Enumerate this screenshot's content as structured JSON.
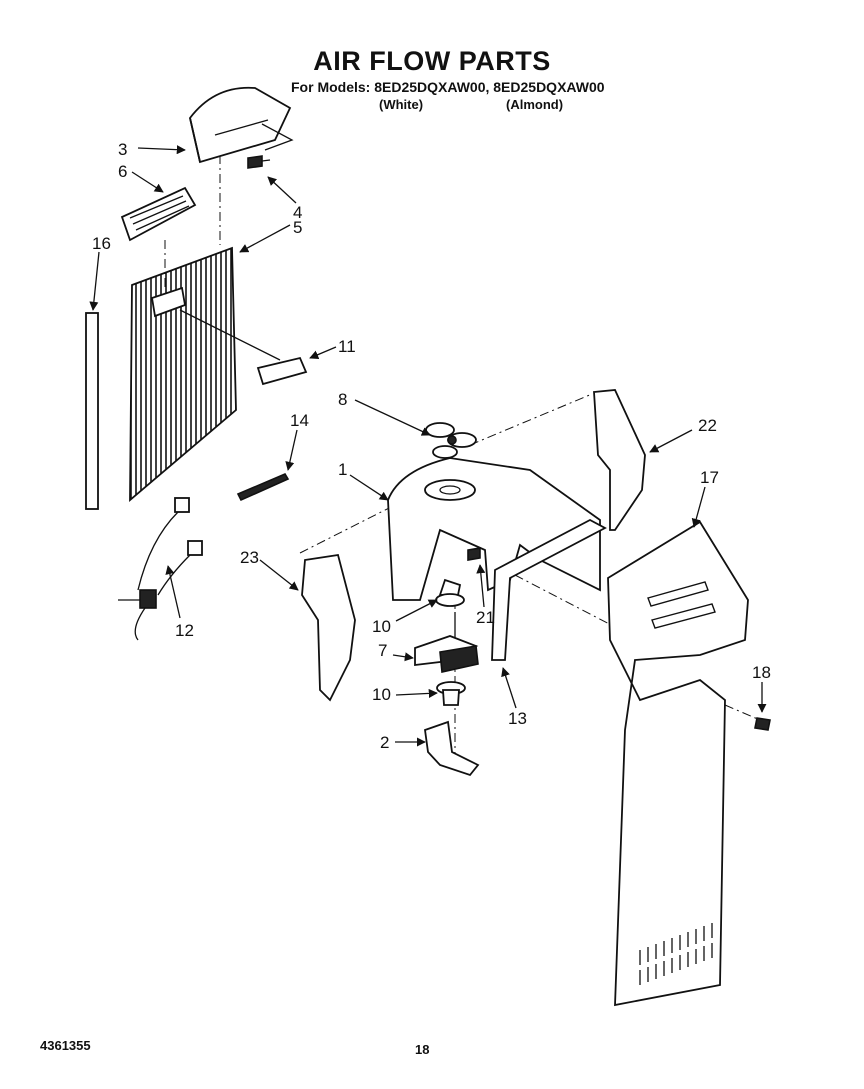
{
  "header": {
    "title": "AIR FLOW PARTS",
    "models": "For Models: 8ED25DQXAW00, 8ED25DQXAW00",
    "color_white": "(White)",
    "color_almond": "(Almond)"
  },
  "callouts": [
    "1",
    "2",
    "3",
    "4",
    "5",
    "6",
    "7",
    "8",
    "10",
    "10",
    "11",
    "12",
    "13",
    "14",
    "16",
    "17",
    "18",
    "21",
    "22",
    "23"
  ],
  "footer": {
    "doc_number": "4361355",
    "page": "18"
  }
}
